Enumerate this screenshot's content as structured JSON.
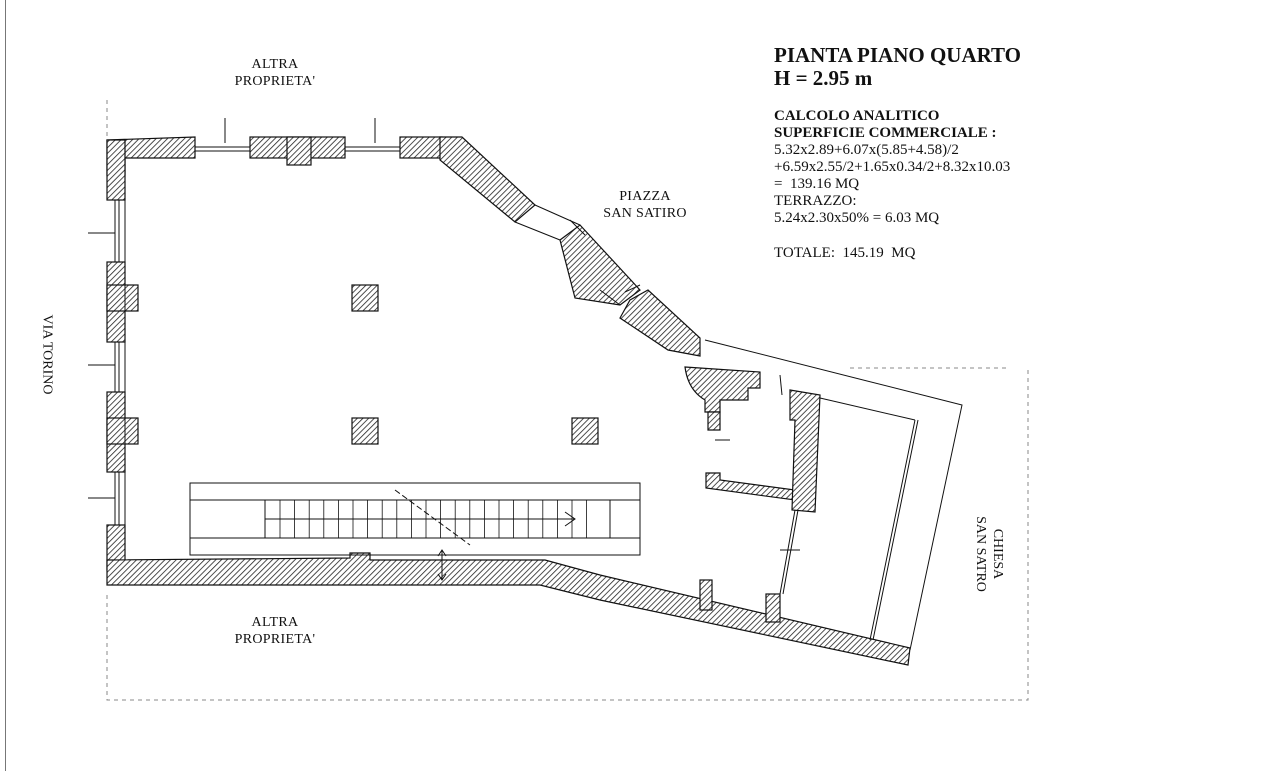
{
  "info": {
    "title": "PIANTA PIANO QUARTO",
    "height": "H = 2.95 m",
    "calc_heading_1": "CALCOLO ANALITICO",
    "calc_heading_2": "SUPERFICIE COMMERCIALE :",
    "calc_line_1": "5.32x2.89+6.07x(5.85+4.58)/2",
    "calc_line_2": "+6.59x2.55/2+1.65x0.34/2+8.32x10.03",
    "calc_result": "=  139.16 MQ",
    "terrace_label": "TERRAZZO:",
    "terrace_calc": "5.24x2.30x50% = 6.03 MQ",
    "total": "TOTALE:  145.19  MQ"
  },
  "labels": {
    "top_neighbor_1": "ALTRA",
    "top_neighbor_2": "PROPRIETA'",
    "piazza_1": "PIAZZA",
    "piazza_2": "SAN SATIRO",
    "street": "VIA TORINO",
    "bottom_neighbor_1": "ALTRA",
    "bottom_neighbor_2": "PROPRIETA'",
    "church_1": "CHIESA",
    "church_2": "SAN SATRO"
  },
  "colors": {
    "ink": "#111111",
    "hatch": "#222222"
  }
}
